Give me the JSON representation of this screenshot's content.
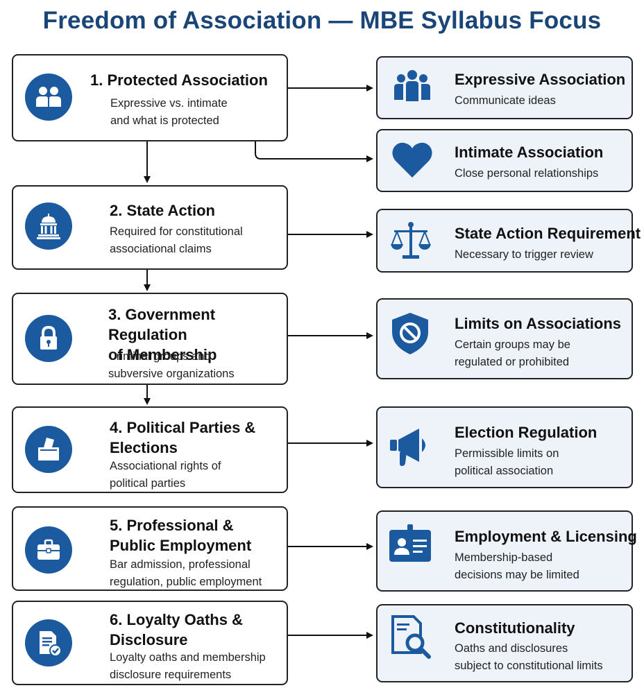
{
  "title": "Freedom of Association — MBE Syllabus Focus",
  "colors": {
    "accent": "#1c5aa0",
    "title": "#1a4578",
    "right_box_bg": "#eef3fa",
    "border": "#222222"
  },
  "steps": [
    {
      "title": "1. Protected Association",
      "desc_lines": [
        "Expressive vs. intimate",
        "and what is protected"
      ],
      "icon": "people-icon"
    },
    {
      "title": "2. State Action",
      "desc_lines": [
        "Required for constitutional",
        "associational claims"
      ],
      "icon": "capitol-icon"
    },
    {
      "title_lines": [
        "3. Government Regulation",
        "of Membership"
      ],
      "desc_lines": [
        "Criminal groups and",
        "subversive organizations"
      ],
      "icon": "lock-icon"
    },
    {
      "title_lines": [
        "4. Political Parties &",
        "Elections"
      ],
      "desc_lines": [
        "Associational rights of",
        "political parties"
      ],
      "icon": "ballot-box-icon"
    },
    {
      "title_lines": [
        "5. Professional &",
        "Public Employment"
      ],
      "desc_lines": [
        "Bar admission, professional",
        "regulation, public employment"
      ],
      "icon": "briefcase-icon"
    },
    {
      "title_lines": [
        "6. Loyalty Oaths &",
        "Disclosure"
      ],
      "desc_lines": [
        "Loyalty oaths and membership",
        "disclosure requirements"
      ],
      "icon": "document-check-icon"
    }
  ],
  "outcomes": [
    {
      "title": "Expressive Association",
      "desc_lines": [
        "Communicate ideas"
      ],
      "icon": "group-icon"
    },
    {
      "title": "Intimate Association",
      "desc_lines": [
        "Close personal relationships"
      ],
      "icon": "heart-icon"
    },
    {
      "title": "State Action Requirement",
      "desc_lines": [
        "Necessary to trigger review"
      ],
      "icon": "scales-icon"
    },
    {
      "title": "Limits on Associations",
      "desc_lines": [
        "Certain groups may be",
        "regulated or prohibited"
      ],
      "icon": "shield-prohibited-icon"
    },
    {
      "title": "Election Regulation",
      "desc_lines": [
        "Permissible limits on",
        "political association"
      ],
      "icon": "megaphone-icon"
    },
    {
      "title": "Employment & Licensing",
      "desc_lines": [
        "Membership-based",
        "decisions may be limited"
      ],
      "icon": "id-badge-icon"
    },
    {
      "title": "Constitutionality",
      "desc_lines": [
        "Oaths and disclosures",
        "subject to constitutional limits"
      ],
      "icon": "document-search-icon"
    }
  ]
}
